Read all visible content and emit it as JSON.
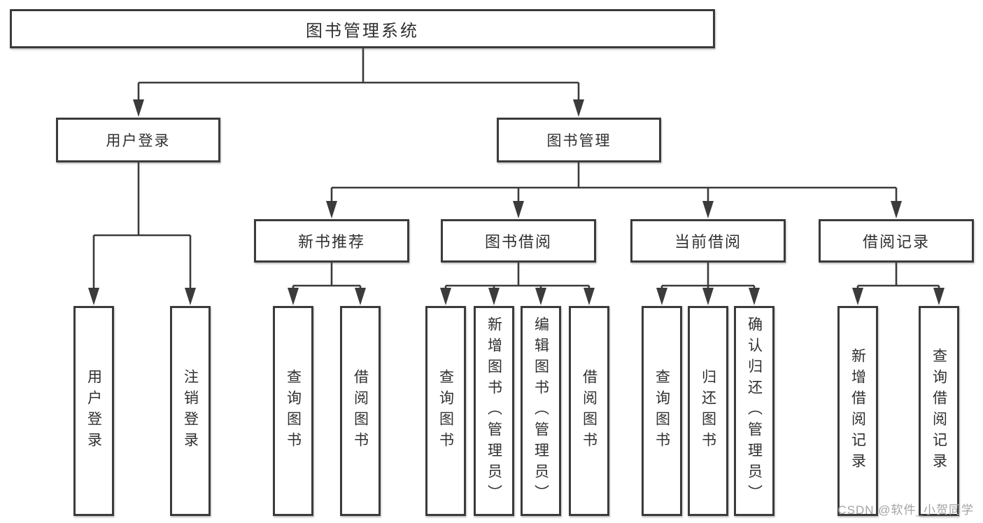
{
  "tree": {
    "root": "图书管理系统",
    "branches": [
      {
        "label": "用户登录",
        "children": [
          "用户登录",
          "注销登录"
        ]
      },
      {
        "label": "图书管理",
        "sections": [
          {
            "label": "新书推荐",
            "children": [
              "查询图书",
              "借阅图书"
            ]
          },
          {
            "label": "图书借阅",
            "children": [
              "查询图书",
              "新增图书（管理员）",
              "编辑图书（管理员）",
              "借阅图书"
            ]
          },
          {
            "label": "当前借阅",
            "children": [
              "查询图书",
              "归还图书",
              "确认归还（管理员）"
            ]
          },
          {
            "label": "借阅记录",
            "children": [
              "新增借阅记录",
              "查询借阅记录"
            ]
          }
        ]
      }
    ]
  },
  "watermark": {
    "text": "CSDN @软件_小贺同学"
  },
  "colors": {
    "line": "#3b3b3b",
    "box_border": "#3b3b3b",
    "box_fill": "#ffffff",
    "text": "#303030",
    "watermark": "#a3a3a3",
    "background": "#ffffff"
  }
}
